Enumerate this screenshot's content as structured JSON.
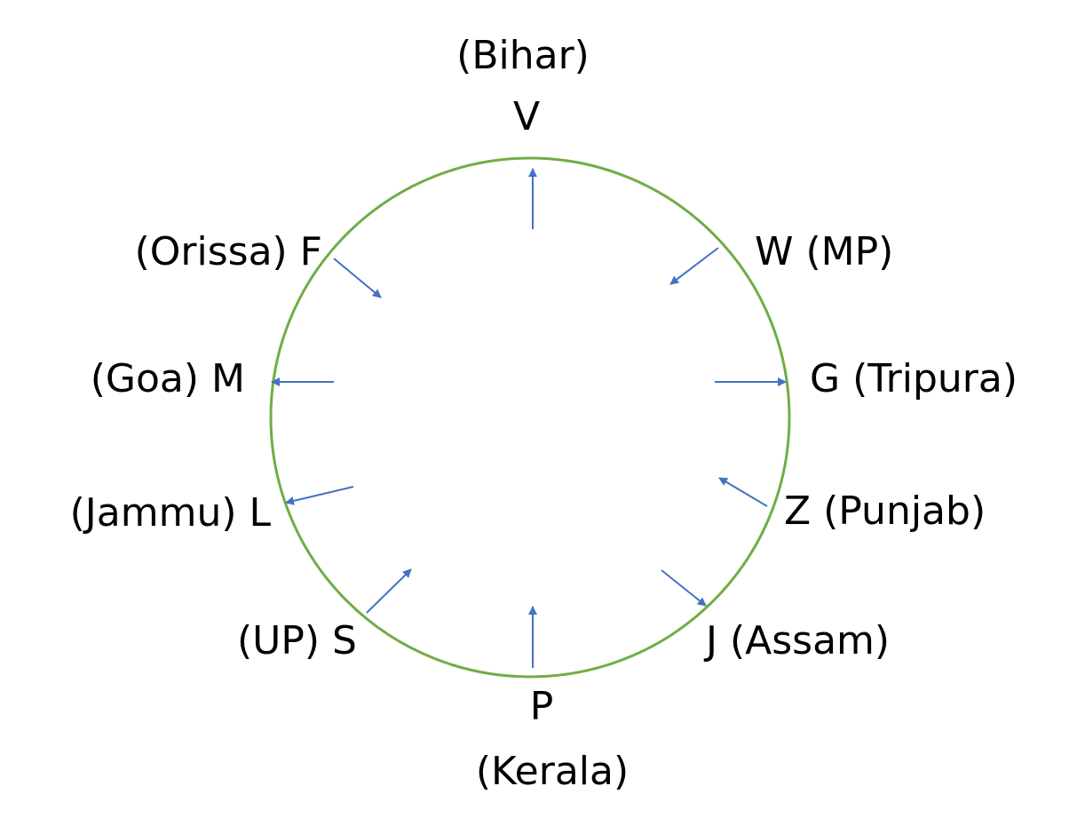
{
  "diagram": {
    "circle_color": "#70ad47",
    "arrow_color": "#4472c4",
    "people": [
      {
        "id": "V",
        "state": "(Bihar)",
        "facing": "outward"
      },
      {
        "id": "W",
        "label": "W (MP)",
        "facing": "inward"
      },
      {
        "id": "G",
        "label": "G (Tripura)",
        "facing": "outward"
      },
      {
        "id": "Z",
        "label": "Z (Punjab)",
        "facing": "inward"
      },
      {
        "id": "J",
        "label": "J (Assam)",
        "facing": "outward"
      },
      {
        "id": "P",
        "state": "(Kerala)",
        "facing": "inward"
      },
      {
        "id": "S",
        "label": "(UP) S",
        "facing": "inward"
      },
      {
        "id": "L",
        "label": "(Jammu) L",
        "facing": "outward"
      },
      {
        "id": "M",
        "label": "(Goa) M",
        "facing": "outward"
      },
      {
        "id": "F",
        "label": "(Orissa) F",
        "facing": "inward"
      }
    ]
  }
}
